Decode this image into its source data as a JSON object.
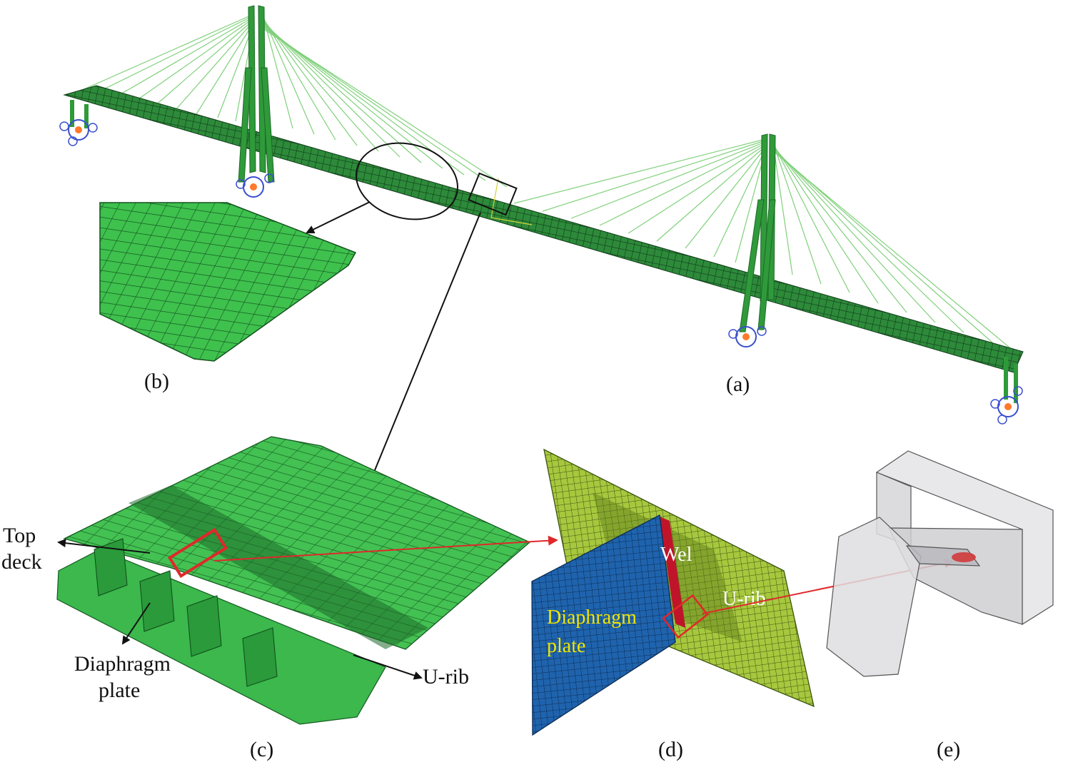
{
  "panels": {
    "a": "(a)",
    "b": "(b)",
    "c": "(c)",
    "d": "(d)",
    "e": "(e)"
  },
  "labels": {
    "top_deck_line1": "Top",
    "top_deck_line2": "deck",
    "diaphragm_line1": "Diaphragm",
    "diaphragm_line2": "plate",
    "u_rib": "U-rib",
    "d_weld": "Wel",
    "d_urib": "U-rib",
    "d_diaphragm_line1": "Diaphragm",
    "d_diaphragm_line2": "plate"
  },
  "colors": {
    "deck_green": "#39b94a",
    "deck_dark": "#1f5f2a",
    "cable_green": "#7fd07a",
    "tower_green": "#2f9a3a",
    "support_blue": "#3a4fd0",
    "support_orange": "#ff7a2a",
    "diaphragm_blue": "#1f5fa6",
    "plate_yellowgreen": "#a9c940",
    "weld_red": "#c0142a",
    "arrow_red": "#e0282a",
    "ghost_gray": "#d8d8da"
  }
}
